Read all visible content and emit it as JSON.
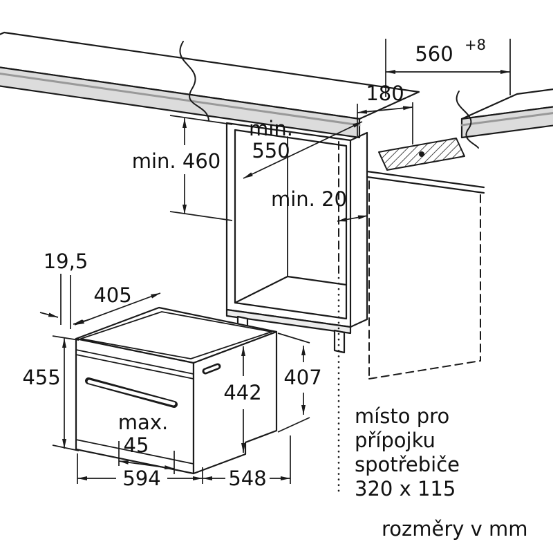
{
  "labels": {
    "d560": "560",
    "d560_sup": "+8",
    "d180": "180",
    "d550_l1": "min.",
    "d550_l2": "550",
    "d460": "min. 460",
    "d20": "min. 20",
    "d195": "19,5",
    "d405": "405",
    "d455": "455",
    "d442": "442",
    "d407": "407",
    "dmax_l1": "max.",
    "dmax_l2": "45",
    "d594": "594",
    "d548": "548"
  },
  "connection_note": {
    "line1": "místo pro",
    "line2": "přípojku",
    "line3": "spotřebiče",
    "line4": "320 x 115"
  },
  "units_note": "rozměry v mm",
  "colors": {
    "line": "#1a1a1a",
    "counter_face": "#dcdcdc",
    "edge_stripe": "#999999"
  }
}
